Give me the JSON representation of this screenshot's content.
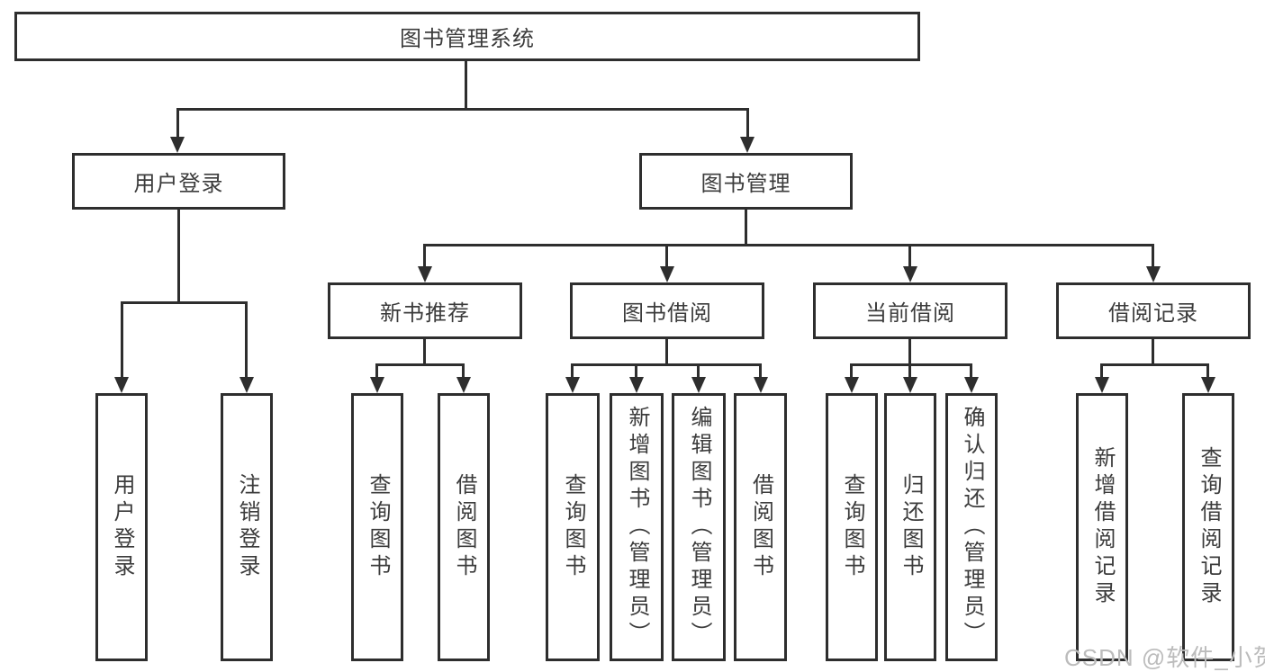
{
  "title": "图书管理系统",
  "level2": {
    "user_login": "用户登录",
    "book_mgmt": "图书管理"
  },
  "level3": {
    "recommend": "新书推荐",
    "borrow": "图书借阅",
    "current": "当前借阅",
    "records": "借阅记录"
  },
  "leaves": {
    "login": [
      "用户登录",
      "注销登录"
    ],
    "recommend": [
      "查询图书",
      "借阅图书"
    ],
    "borrow": [
      "查询图书",
      "新增图书（管理员）",
      "编辑图书（管理员）",
      "借阅图书"
    ],
    "current": [
      "查询图书",
      "归还图书",
      "确认归还（管理员）"
    ],
    "records": [
      "新增借阅记录",
      "查询借阅记录"
    ]
  },
  "watermark": "CSDN @软件_小贺同学",
  "colors": {
    "line": "#2e2e2e",
    "text": "#3c3c3c",
    "watermark": "#bcbcbc",
    "bg": "#ffffff"
  }
}
